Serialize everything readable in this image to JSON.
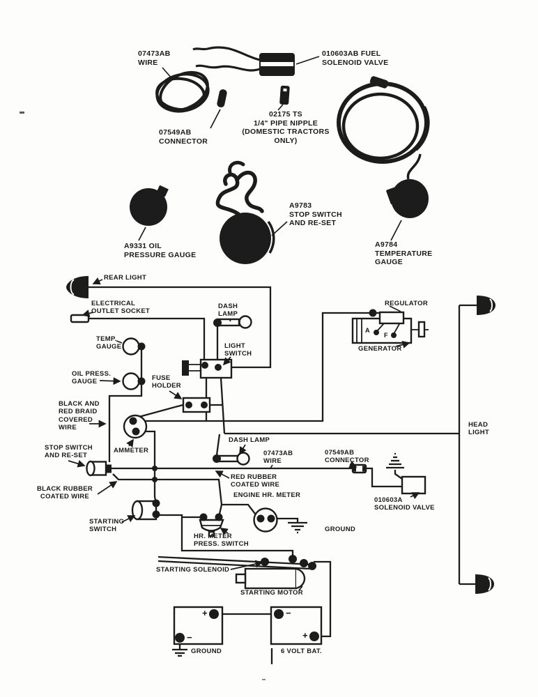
{
  "style": {
    "ink": "#1c1c1c",
    "paper": "#fdfdfc"
  },
  "parts": {
    "wire": "07473AB\nWIRE",
    "fuel_solenoid": "010603AB FUEL\nSOLENOID VALVE",
    "connector": "07549AB\nCONNECTOR",
    "pipe_nipple": "02175 TS\n1/4\" PIPE NIPPLE\n(DOMESTIC TRACTORS ONLY)",
    "oil_pressure_gauge": "A9331 OIL\nPRESSURE GAUGE",
    "stop_switch": "A9783\nSTOP SWITCH\nAND RE-SET",
    "temperature_gauge": "A9784\nTEMPERATURE\nGAUGE"
  },
  "schematic": {
    "rear_light": "REAR LIGHT",
    "electrical_outlet": "ELECTRICAL\nOUTLET SOCKET",
    "temp_gauge": "TEMP.\nGAUGE",
    "oil_press_gauge": "OIL PRESS.\nGAUGE",
    "fuse_holder": "FUSE\nHOLDER",
    "dash_lamp_upper": "DASH\nLAMP",
    "light_switch": "LIGHT\nSWITCH",
    "regulator": "REGULATOR",
    "generator": "GENERATOR",
    "terminal_a": "A",
    "terminal_f": "F",
    "braid_wire": "BLACK AND\nRED BRAID\nCOVERED\nWIRE",
    "stop_switch": "STOP SWITCH\nAND RE-SET",
    "ammeter": "AMMETER",
    "black_rubber_wire": "BLACK RUBBER\nCOATED WIRE",
    "dash_lamp_lower": "DASH LAMP",
    "wire": "07473AB\nWIRE",
    "connector": "07549AB\nCONNECTOR",
    "red_rubber_wire": "RED RUBBER\nCOATED WIRE",
    "engine_hr_meter": "ENGINE HR. METER",
    "solenoid_valve": "010603A\nSOLENOID VALVE",
    "head_light": "HEAD\nLIGHT",
    "starting_switch": "STARTING\nSWITCH",
    "hr_meter_press_switch": "HR. METER\nPRESS. SWITCH",
    "ground_engine": "GROUND",
    "starting_solenoid": "STARTING SOLENOID",
    "starting_motor": "STARTING MOTOR",
    "ground_battery": "GROUND",
    "battery": "6 VOLT BAT.",
    "plus": "+",
    "minus": "−"
  }
}
